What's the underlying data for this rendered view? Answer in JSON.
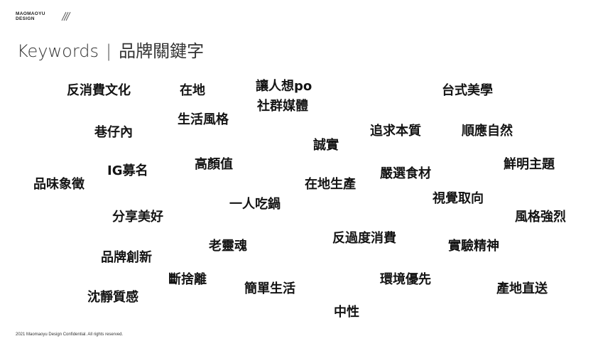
{
  "brand": {
    "line1": "MAOMAOYU",
    "line2": "DESIGN"
  },
  "title": {
    "en": "Keywords",
    "separator": "|",
    "zh": "品牌關鍵字"
  },
  "keywords": [
    "反消費文化",
    "在地",
    "讓人想po",
    "社群媒體",
    "台式美學",
    "生活風格",
    "巷仔內",
    "追求本質",
    "順應自然",
    "誠實",
    "高顏值",
    "IG募名",
    "鮮明主題",
    "品味象徵",
    "嚴選食材",
    "在地生產",
    "視覺取向",
    "一人吃鍋",
    "分享美好",
    "風格強烈",
    "反過度消費",
    "老靈魂",
    "實驗精神",
    "品牌創新",
    "斷捨離",
    "環境優先",
    "簡單生活",
    "產地直送",
    "沈靜質感",
    "中性"
  ],
  "footer": "2021 Maomaoyu Design Confidential. All rights reserved."
}
